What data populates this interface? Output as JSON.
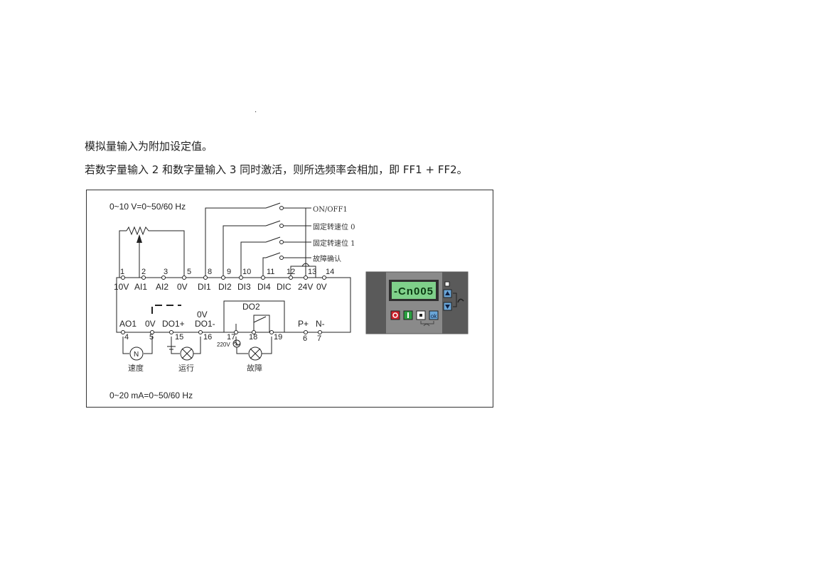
{
  "document": {
    "dot": ".",
    "paragraph1": "模拟量输入为附加设定值。",
    "paragraph2": "若数字量输入 2 和数字量输入 3 同时激活，则所选频率会相加，即 FF1 + FF2。"
  },
  "diagram": {
    "top_caption": "0~10 V=0~50/60 Hz",
    "bottom_caption": "0~20 mA=0~50/60 Hz",
    "terminal_numbers_top": [
      "1",
      "2",
      "3",
      "5",
      "8",
      "9",
      "10",
      "11",
      "12",
      "13",
      "14"
    ],
    "terminal_labels_top": [
      "10V",
      "AI1",
      "AI2",
      "0V",
      "DI1",
      "DI2",
      "DI3",
      "DI4",
      "DIC",
      "24V",
      "0V"
    ],
    "switch_labels": [
      "ON/OFF1",
      "固定转速位 0",
      "固定转速位 1",
      "故障确认"
    ],
    "terminal_labels_bottom": [
      "AO1",
      "0V",
      "DO1+",
      "DO1-",
      "P+",
      "N-"
    ],
    "do1_0v_label": "0V",
    "do2_label": "DO2",
    "terminal_numbers_bottom": [
      "4",
      "5",
      "15",
      "16",
      "17",
      "18",
      "19",
      "6",
      "7"
    ],
    "voltage_label": "220V",
    "load_labels": [
      "速度",
      "运行",
      "故障"
    ],
    "panel": {
      "display_text": "-Cn005",
      "display_color": "#7fd08a",
      "button_colors": [
        "#d0202a",
        "#2aa040",
        "#ffffff",
        "#6aa6d8"
      ]
    }
  }
}
